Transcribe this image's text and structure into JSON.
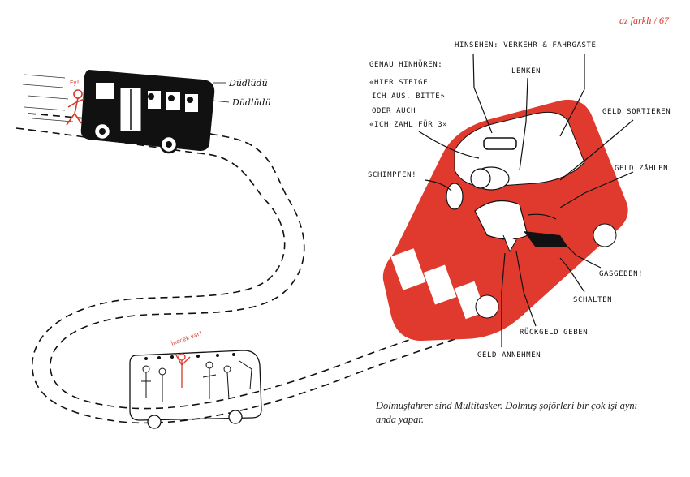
{
  "header": {
    "title": "az farklı",
    "page_number": "67"
  },
  "caption": {
    "part1": "Dolmuşfahrer sind Multitasker.",
    "part2": "Dolmuş şoförleri bir çok işi aynı anda yapar."
  },
  "top_bus": {
    "sounds": [
      "Düdlüdü",
      "Düdlüdü"
    ],
    "shout": "Ey!"
  },
  "bottom_bus": {
    "shout": "İnecek var!"
  },
  "labels": {
    "hinsehen": "HINSEHEN: VERKEHR & FAHRGÄSTE",
    "lenken": "LENKEN",
    "genau_line1": "GENAU HINHÖREN:",
    "genau_line2": "«HIER STEIGE",
    "genau_line3": "ICH AUS, BITTE»",
    "genau_line4": "ODER AUCH",
    "genau_line5": "«ICH ZAHL FÜR 3»",
    "geld_sortieren": "GELD SORTIEREN",
    "geld_zaehlen": "GELD ZÄHLEN",
    "schimpfen": "SCHIMPFEN!",
    "gas_geben": "GASGEBEN!",
    "schalten": "SCHALTEN",
    "rueckgeld": "RÜCKGELD GEBEN",
    "geld_annehmen": "GELD ANNEHMEN"
  }
}
